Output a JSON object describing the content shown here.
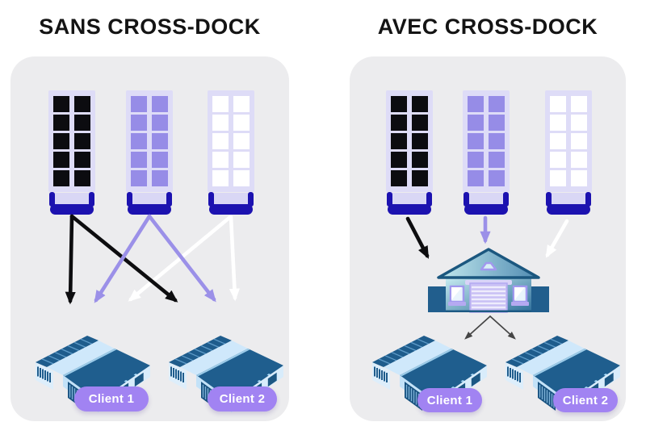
{
  "panels": {
    "left": {
      "title": "SANS CROSS-DOCK",
      "trucks": [
        {
          "id": "truck-full",
          "cargo": "black parcels",
          "cargo_color": "#0c0c10"
        },
        {
          "id": "truck-mixed",
          "cargo": "purple parcels",
          "cargo_color": "#968ce7"
        },
        {
          "id": "truck-empty",
          "cargo": "white parcels",
          "cargo_color": "#ffffff"
        }
      ],
      "arrows": [
        "truck-full to Client 1",
        "truck-full to Client 2",
        "truck-mixed to Client 1",
        "truck-mixed to Client 2",
        "truck-empty to Client 1",
        "truck-empty to Client 2"
      ],
      "clients": [
        {
          "label": "Client 1"
        },
        {
          "label": "Client 2"
        }
      ]
    },
    "right": {
      "title": "AVEC CROSS-DOCK",
      "trucks": [
        {
          "id": "truck-full",
          "cargo": "black parcels",
          "cargo_color": "#0c0c10"
        },
        {
          "id": "truck-mixed",
          "cargo": "purple parcels",
          "cargo_color": "#968ce7"
        },
        {
          "id": "truck-empty",
          "cargo": "white parcels",
          "cargo_color": "#ffffff"
        }
      ],
      "arrows": [
        "truck-full to cross-dock",
        "truck-mixed to cross-dock",
        "truck-empty to cross-dock",
        "cross-dock to Client 1",
        "cross-dock to Client 2"
      ],
      "clients": [
        {
          "label": "Client 1"
        },
        {
          "label": "Client 2"
        }
      ]
    }
  },
  "colors": {
    "page_bg": "#ffffff",
    "panel_bg": "#ececee",
    "title_text": "#141414",
    "truck_trailer": "#dedcf7",
    "truck_cab": "#1c12b0",
    "arrow_black": "#0d0d0f",
    "arrow_purple": "#9b90e8",
    "arrow_white": "#ffffff",
    "arrow_split": "#454545",
    "client_pill_bg": "#a183f2",
    "client_pill_text": "#ffffff",
    "warehouse_roof_dark": "#1e5c8c",
    "warehouse_wall_light": "#cfe8fb",
    "crossdock_outline": "#1b577f",
    "crossdock_door": "#c9c0f5"
  }
}
